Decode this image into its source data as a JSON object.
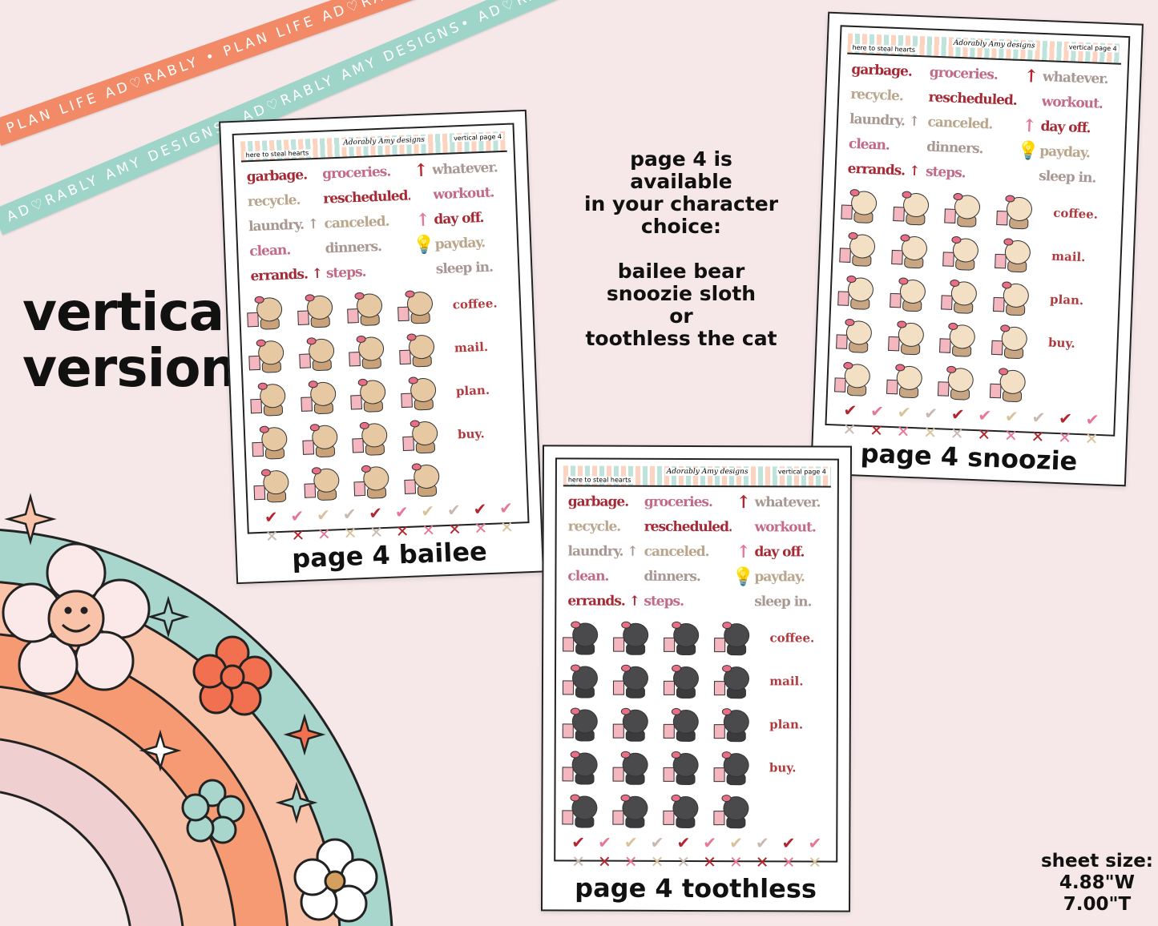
{
  "ribbons": {
    "orange_text": "PLAN LIFE AD♡RABLY • PLAN LIFE AD♡RABLY • PLAN LIFE AD♡RABLY",
    "teal_text": "AD♡RABLY AMY DESIGNS• AD♡RABLY AMY DESIGNS• AD♡RABLY AMY DESIGNS",
    "orange_color": "#f28a67",
    "teal_color": "#9fd5c9"
  },
  "title": {
    "line1": "vertical",
    "line2": "version"
  },
  "info": {
    "lines": [
      "page 4 is available",
      "in your character",
      "choice:",
      "",
      "bailee bear",
      "snoozie sloth",
      "or",
      "toothless the cat"
    ]
  },
  "sheet_size": {
    "label": "sheet size:",
    "width": "4.88\"W",
    "height": "7.00\"T"
  },
  "sheet_header": {
    "left": "here to steal hearts",
    "logo": "Adorably Amy designs",
    "right": "vertical page 4"
  },
  "words": [
    {
      "text": "garbage.",
      "color": "#a52a35"
    },
    {
      "text": "groceries.",
      "color": "#c26b86"
    },
    {
      "text": "↑",
      "color": "#b3262e"
    },
    {
      "text": "whatever.",
      "color": "#a89891"
    },
    {
      "text": "recycle.",
      "color": "#b9a68c"
    },
    {
      "text": "rescheduled.",
      "color": "#a52a35"
    },
    {
      "text": "",
      "color": "#000"
    },
    {
      "text": "workout.",
      "color": "#c26b86"
    },
    {
      "text": "laundry. ↑",
      "color": "#a89891"
    },
    {
      "text": "canceled.",
      "color": "#b9a68c"
    },
    {
      "text": "↑",
      "color": "#e67895"
    },
    {
      "text": "day off.",
      "color": "#a52a35"
    },
    {
      "text": "clean.",
      "color": "#c26b86"
    },
    {
      "text": "dinners.",
      "color": "#a89891"
    },
    {
      "text": "💡",
      "color": "#e0c020"
    },
    {
      "text": "payday.",
      "color": "#b9a68c"
    },
    {
      "text": "errands. ↑",
      "color": "#a52a35"
    },
    {
      "text": "steps.",
      "color": "#c26b86"
    },
    {
      "text": "",
      "color": "#000"
    },
    {
      "text": "sleep in.",
      "color": "#a89891"
    }
  ],
  "side_words": [
    "coffee.",
    "mail.",
    "plan.",
    "buy.",
    ""
  ],
  "check_row": [
    "✔",
    "✔",
    "✔",
    "✔",
    "✔",
    "✔",
    "✔",
    "✔",
    "✔",
    "✔"
  ],
  "x_row": [
    "✕",
    "✕",
    "✕",
    "✕",
    "✕",
    "✕",
    "✕",
    "✕",
    "✕",
    "✕"
  ],
  "mark_colors": [
    "#b3262e",
    "#e67895",
    "#d9c29a",
    "#c9b8b0",
    "#b3262e",
    "#e67895",
    "#d9c29a",
    "#c9b8b0",
    "#b3262e",
    "#e67895"
  ],
  "sheets": [
    {
      "id": "bailee",
      "label": "page 4 bailee",
      "character_color": "#c9a27a",
      "face_color": "#e6c9a2"
    },
    {
      "id": "snoozie",
      "label": "page 4 snoozie",
      "character_color": "#c8a683",
      "face_color": "#f2dfc4"
    },
    {
      "id": "toothless",
      "label": "page 4 toothless",
      "character_color": "#3b3b3d",
      "face_color": "#4a4a4d"
    }
  ]
}
